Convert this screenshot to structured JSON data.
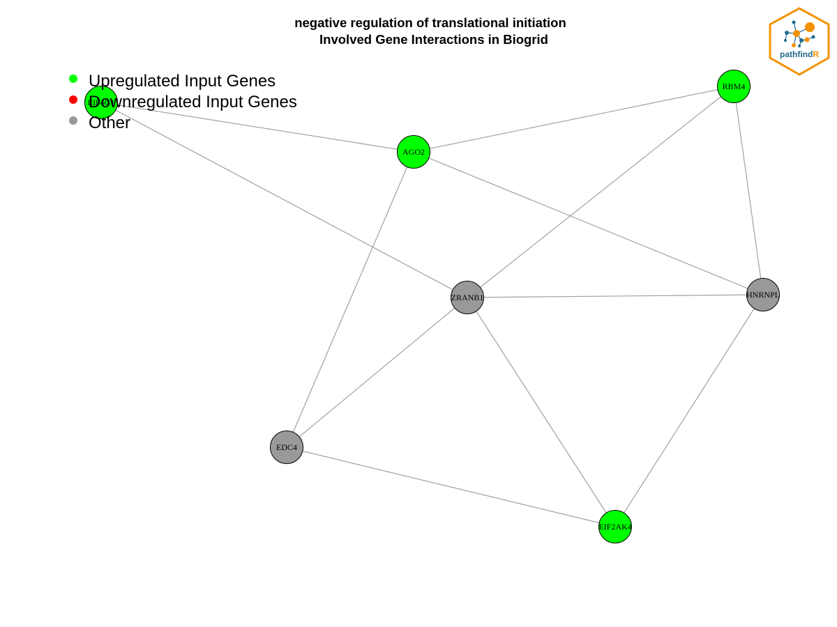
{
  "title": {
    "line1": "negative regulation of translational initiation",
    "line2": "Involved Gene Interactions in Biogrid"
  },
  "legend": [
    {
      "label": "Upregulated Input Genes",
      "color": "#00ff00"
    },
    {
      "label": "Downregulated Input Genes",
      "color": "#ff0000"
    },
    {
      "label": "Other",
      "color": "#999999"
    }
  ],
  "colors": {
    "upregulated": "#00ff00",
    "other": "#999999",
    "edge": "#a0a0a0",
    "logo_orange": "#f39200",
    "logo_blue": "#1f6a8c"
  },
  "logo": {
    "text_main": "pathfind",
    "text_accent": "R",
    "icon": "network-graph-icon"
  },
  "nodes": [
    {
      "id": "EIF4G1",
      "label": "EIF4G1",
      "category": "upregulated"
    },
    {
      "id": "AGO2",
      "label": "AGO2",
      "category": "upregulated"
    },
    {
      "id": "RBM4",
      "label": "RBM4",
      "category": "upregulated"
    },
    {
      "id": "ZRANB1",
      "label": "ZRANB1",
      "category": "other"
    },
    {
      "id": "HNRNPL",
      "label": "HNRNPL",
      "category": "other"
    },
    {
      "id": "EDC4",
      "label": "EDC4",
      "category": "other"
    },
    {
      "id": "EIF2AK4",
      "label": "EIF2AK4",
      "category": "upregulated"
    }
  ],
  "edges": [
    [
      "EIF4G1",
      "AGO2"
    ],
    [
      "EIF4G1",
      "ZRANB1"
    ],
    [
      "AGO2",
      "RBM4"
    ],
    [
      "AGO2",
      "HNRNPL"
    ],
    [
      "AGO2",
      "EDC4"
    ],
    [
      "RBM4",
      "ZRANB1"
    ],
    [
      "RBM4",
      "HNRNPL"
    ],
    [
      "ZRANB1",
      "HNRNPL"
    ],
    [
      "ZRANB1",
      "EDC4"
    ],
    [
      "ZRANB1",
      "EIF2AK4"
    ],
    [
      "HNRNPL",
      "EIF2AK4"
    ],
    [
      "EDC4",
      "EIF2AK4"
    ]
  ]
}
